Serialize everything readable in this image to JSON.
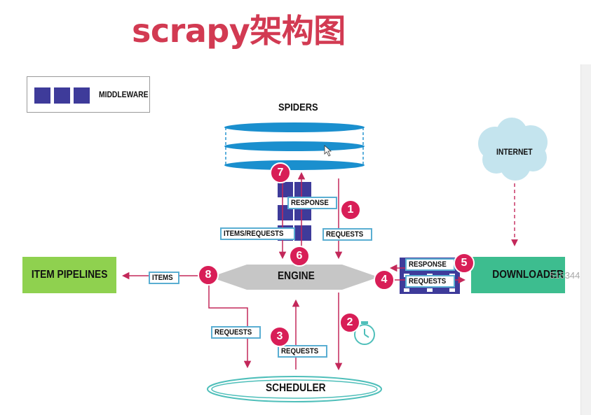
{
  "title": "scrapy架构图",
  "legend": {
    "label": "MIDDLEWARE"
  },
  "components": {
    "spiders": "SPIDERS",
    "internet": "INTERNET",
    "engine": "ENGINE",
    "item_pipelines": "ITEM PIPELINES",
    "downloader": "DOWNLOADER",
    "scheduler": "SCHEDULER"
  },
  "tags": {
    "response_spider": "RESPONSE",
    "items_requests": "ITEMS/REQUESTS",
    "requests_spider": "REQUESTS",
    "items": "ITEMS",
    "response_downloader": "RESPONSE",
    "requests_downloader": "REQUESTS",
    "requests_scheduler_left": "REQUESTS",
    "requests_scheduler_mid": "REQUESTS"
  },
  "steps": [
    "1",
    "2",
    "3",
    "4",
    "5",
    "6",
    "7",
    "8"
  ],
  "watermark": "515344",
  "colors": {
    "title": "#d23a52",
    "middleware": "#3e3b9a",
    "arrow": "#c3285a",
    "step": "#d81e57",
    "spiders": "#1a8fce",
    "engine": "#c6c6c6",
    "pipelines": "#8fd14f",
    "downloader": "#3dbd8f",
    "internet": "#c4e4ee",
    "tag_border": "#5aaed2"
  }
}
